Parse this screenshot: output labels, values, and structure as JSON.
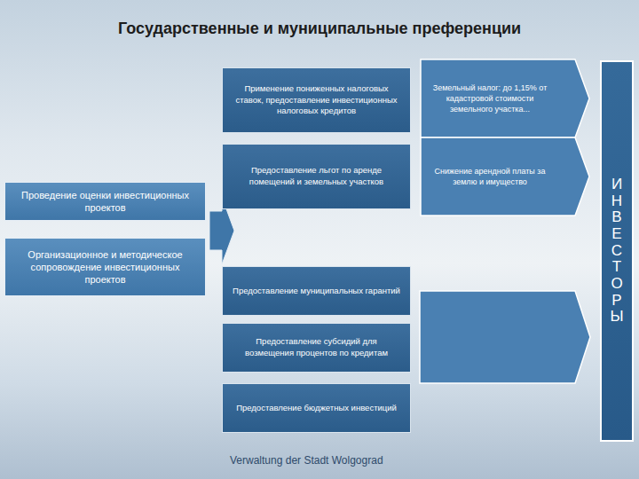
{
  "diagram": {
    "title": "Государственные и муниципальные преференции",
    "nodes": [
      {
        "text": [
          "Проведение оценки инвестиционных проектов"
        ]
      },
      {
        "text": [
          "Организационное и методическое сопровождение инвестиционных проектов"
        ]
      },
      {
        "text": [
          "Применение пониженных налоговых ставок, предоставление инвестиционных налоговых кредитов"
        ]
      },
      {
        "text": [
          "Предоставление льгот по аренде помещений и земельных участков"
        ]
      },
      {
        "text": [
          "Предоставление муниципальных гарантий"
        ]
      },
      {
        "text": [
          "Предоставление субсидий для возмещения процентов по кредитам"
        ]
      },
      {
        "text": [
          "Предоставление бюджетных инвестиций"
        ]
      },
      {
        "text": [
          "Земельный налог: до 1,15% от кадастровой стоимости земельного участка..."
        ]
      },
      {
        "text": [
          "Снижение арендной платы за землю и имущество"
        ]
      },
      {
        "text": [
          "ИНВЕСТОРЫ"
        ]
      }
    ],
    "labels": [
      "Verwaltung der Stadt Wolgograd"
    ]
  }
}
